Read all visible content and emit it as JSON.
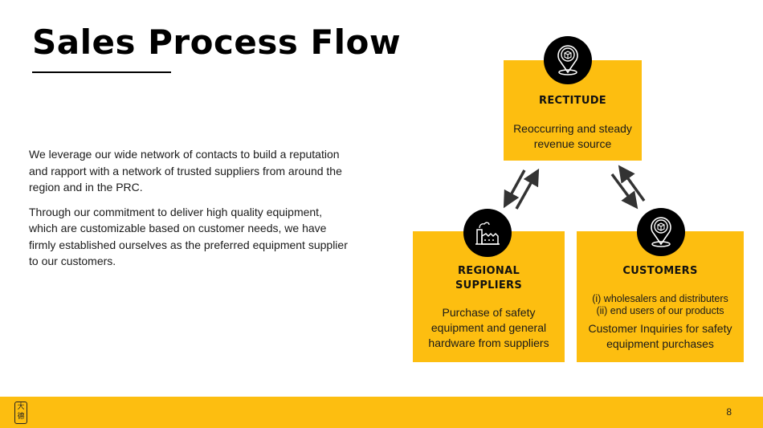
{
  "slide": {
    "title": "Sales Process Flow",
    "page_number": "8",
    "accent_color": "#fdbe10"
  },
  "intro": {
    "paragraphs": [
      "We leverage our wide network of contacts to build a reputation and rapport with a network of trusted suppliers from around the region and in the PRC.",
      "Through our commitment to deliver high quality equipment, which are customizable based on customer needs, we have firmly established ourselves as the preferred equipment supplier to our customers."
    ]
  },
  "nodes": {
    "rectitude": {
      "icon": "location-pin-box-icon",
      "title": "RECTITUDE",
      "body": "Reoccurring and steady revenue source"
    },
    "suppliers": {
      "icon": "factory-icon",
      "title_line1": "REGIONAL",
      "title_line2": "SUPPLIERS",
      "body": "Purchase of safety equipment and general hardware from suppliers"
    },
    "customers": {
      "icon": "location-pin-box-icon",
      "title": "CUSTOMERS",
      "sub_line1": "(i) wholesalers and distributers",
      "sub_line2": "(ii) end users of our products",
      "body": "Customer Inquiries for safety equipment purchases"
    }
  },
  "footer": {
    "logo_glyph_top": "大",
    "logo_glyph_bottom": "德"
  }
}
